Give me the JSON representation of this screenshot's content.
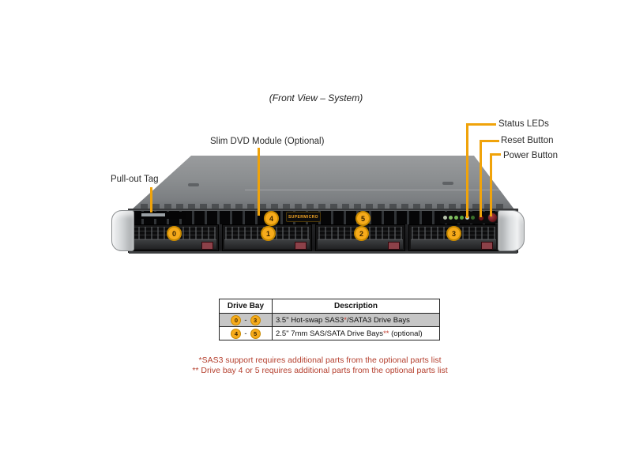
{
  "title": "(Front View – System)",
  "labels": {
    "slim_dvd": "Slim DVD Module (Optional)",
    "pull_out_tag": "Pull-out Tag",
    "status_leds": "Status LEDs",
    "reset_button": "Reset Button",
    "power_button": "Power Button"
  },
  "chassis": {
    "brand_badge": "SUPERMICRO",
    "bay_numbers": [
      "0",
      "1",
      "2",
      "3"
    ],
    "slim_bay_numbers": [
      "4",
      "5"
    ]
  },
  "table": {
    "headers": [
      "Drive Bay",
      "Description"
    ],
    "range_separator": "-",
    "rows": [
      {
        "bay_from": "0",
        "bay_to": "3",
        "desc_pre": "3.5\" Hot-swap SAS3",
        "marker": "*",
        "desc_post": "/SATA3 Drive Bays"
      },
      {
        "bay_from": "4",
        "bay_to": "5",
        "desc_pre": "2.5\" 7mm SAS/SATA Drive Bays",
        "marker": "**",
        "desc_post": " (optional)"
      }
    ]
  },
  "footnotes": [
    "*SAS3 support requires additional parts from the optional parts list",
    "** Drive bay 4 or 5 requires additional parts from the optional parts list"
  ],
  "colors": {
    "callout_line": "#F0A30A",
    "number_badge": "#F7AB1B",
    "footnote_text": "#B5402F",
    "highlight_row": "#C6C6C6",
    "chassis_top": "#8B8E90",
    "chassis_front": "#1A1B1C"
  }
}
